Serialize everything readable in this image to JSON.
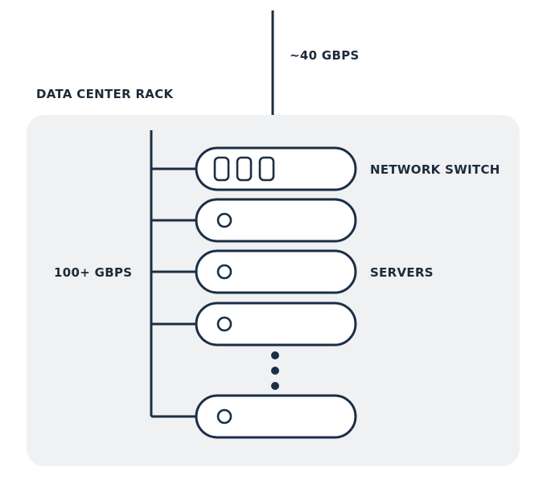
{
  "labels": {
    "uplink_speed": "~40 GBPS",
    "rack_title": "DATA CENTER RACK",
    "network_switch": "NETWORK SWITCH",
    "backplane_speed": "100+ GBPS",
    "servers": "SERVERS"
  },
  "colors": {
    "stroke": "#1a2f45",
    "rack_fill": "#f0f1f2",
    "unit_fill": "#ffffff",
    "text": "#1c2b3a"
  },
  "icons": {
    "switch": "network-switch-unit-icon",
    "server": "server-unit-icon",
    "ellipsis": "vertical-ellipsis-icon"
  }
}
